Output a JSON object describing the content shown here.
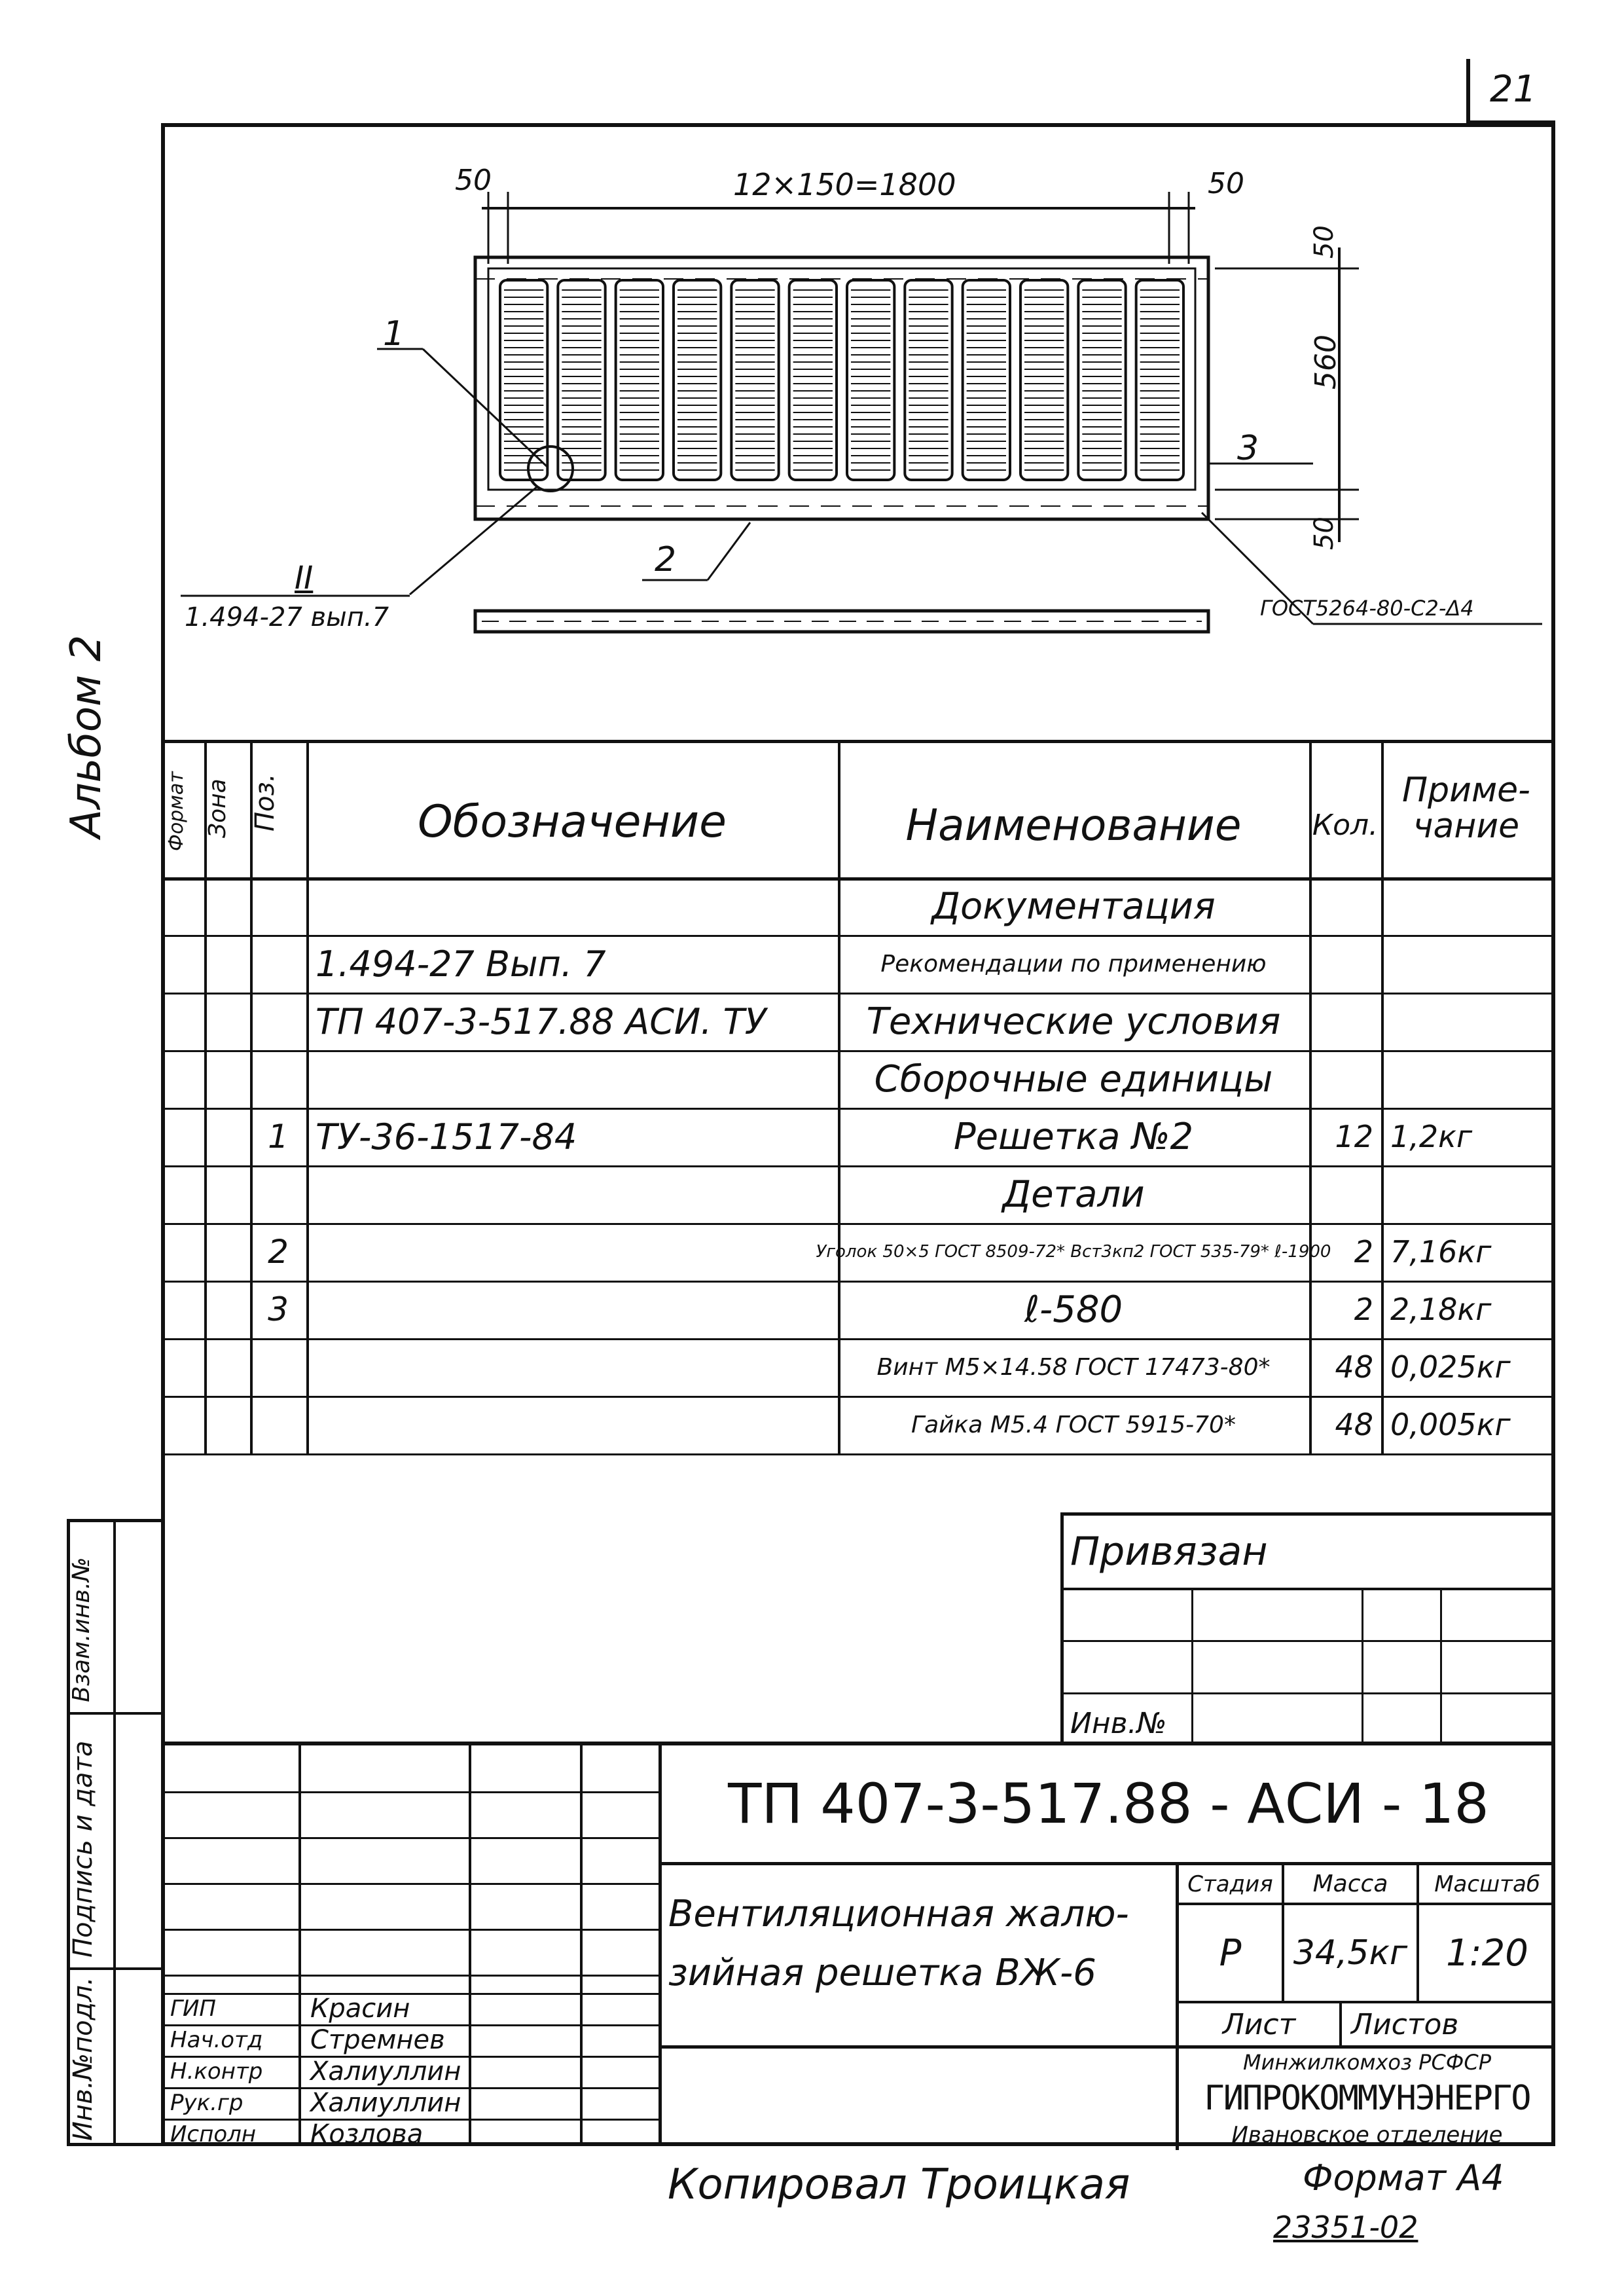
{
  "sheet": {
    "page_number": "21"
  },
  "side": {
    "album": "Альбом 2",
    "margin_labels": [
      "Инв.№подл.",
      "Подпись и дата",
      "Взам.инв.№"
    ]
  },
  "drawing": {
    "dim_top_left": "50",
    "dim_top_mid": "12×150=1800",
    "dim_top_right": "50",
    "dim_right_top": "50",
    "dim_right_mid": "560",
    "dim_right_bottom": "50",
    "leader_1": "1",
    "leader_2": "2",
    "leader_3": "3",
    "section_mark": "II",
    "section_ref": "1.494-27 вып.7",
    "weld_note": "ГОСТ5264-80-С2-Δ4"
  },
  "spec_table": {
    "headers": {
      "format": "Формат",
      "zone": "Зона",
      "pos": "Поз.",
      "designation": "Обозначение",
      "name": "Наименование",
      "qty": "Кол.",
      "note": "Приме-\nчание"
    },
    "rows": [
      {
        "pos": "",
        "designation": "",
        "name": "Документация",
        "qty": "",
        "note": ""
      },
      {
        "pos": "",
        "designation": "1.494-27  Вып. 7",
        "name": "Рекомендации по применению",
        "qty": "",
        "note": ""
      },
      {
        "pos": "",
        "designation": "ТП 407-3-517.88 АСИ. ТУ",
        "name": "Технические условия",
        "qty": "",
        "note": ""
      },
      {
        "pos": "",
        "designation": "",
        "name": "Сборочные единицы",
        "qty": "",
        "note": ""
      },
      {
        "pos": "1",
        "designation": "ТУ-36-1517-84",
        "name": "Решетка №2",
        "qty": "12",
        "note": "1,2кг"
      },
      {
        "pos": "",
        "designation": "",
        "name": "Детали",
        "qty": "",
        "note": ""
      },
      {
        "pos": "2",
        "designation": "",
        "name": "Уголок 50×5 ГОСТ 8509-72* Вст3кп2 ГОСТ 535-79* ℓ-1900",
        "qty": "2",
        "note": "7,16кг"
      },
      {
        "pos": "3",
        "designation": "",
        "name": "ℓ-580",
        "qty": "2",
        "note": "2,18кг"
      },
      {
        "pos": "",
        "designation": "",
        "name": "Винт М5×14.58 ГОСТ 17473-80*",
        "qty": "48",
        "note": "0,025кг"
      },
      {
        "pos": "",
        "designation": "",
        "name": "Гайка М5.4 ГОСТ 5915-70*",
        "qty": "48",
        "note": "0,005кг"
      }
    ]
  },
  "bound_block": {
    "title": "Привязан",
    "inv": "Инв.№"
  },
  "title_block": {
    "code": "ТП 407-3-517.88 - АСИ - 18",
    "name_line1": "Вентиляционная жалю-",
    "name_line2": "зийная решетка ВЖ-6",
    "stage_label": "Стадия",
    "mass_label": "Масса",
    "scale_label": "Масштаб",
    "stage": "Р",
    "mass": "34,5кг",
    "scale": "1:20",
    "sheet_label": "Лист",
    "sheets_label": "Листов",
    "org_line1": "Минжилкомхоз РСФСР",
    "org_logo": "ГИПРОКОММУНЭНЕРГО",
    "org_line3": "Ивановское отделение",
    "signers": [
      {
        "role": "ГИП",
        "name": "Красин"
      },
      {
        "role": "Нач.отд",
        "name": "Стремнев"
      },
      {
        "role": "Н.контр",
        "name": "Халиуллин"
      },
      {
        "role": "Рук.гр",
        "name": "Халиуллин"
      },
      {
        "role": "Исполн",
        "name": "Козлова"
      }
    ]
  },
  "footer": {
    "copied": "Копировал Троицкая",
    "format": "Формат А4",
    "code": "23351-02"
  }
}
